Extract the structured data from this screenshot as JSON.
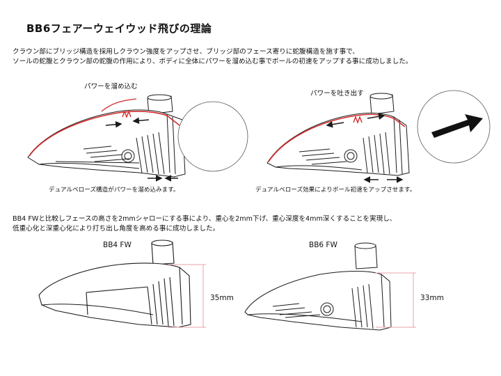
{
  "title": "BB6フェアーウェイウッド飛びの理論",
  "intro": {
    "line1": "クラウン部にブリッジ構造を採用しクラウン強度をアップさせ、ブリッジ部のフェース寄りに蛇腹構造を施す事で、",
    "line2": "ソールの蛇腹とクラウン部の蛇腹の作用により、ボディに全体にパワーを溜め込む事でボールの初速をアップする事に成功しました。"
  },
  "left_figure": {
    "label": "パワーを溜め込む",
    "caption": "デュアルベローズ構造がパワーを溜め込みます。"
  },
  "right_figure": {
    "label": "パワーを吐き出す",
    "caption": "デュアルベローズ効果によりボール初速をアップさせます。"
  },
  "comparison_text": {
    "line1": "BB4 FWと比較しフェースの高さを2mmシャローにする事により、重心を2mm下げ、重心深度を4mm深くすることを実現し、",
    "line2": "低重心化と深重心化により打ち出し角度を高める事に成功しました。"
  },
  "bb4": {
    "name": "BB4 FW",
    "height": "35mm"
  },
  "bb6": {
    "name": "BB6 FW",
    "height": "33mm"
  },
  "colors": {
    "accent_red": "#d42b2b",
    "line": "#1a1a1a",
    "guide_pink": "#e8a0a8"
  }
}
